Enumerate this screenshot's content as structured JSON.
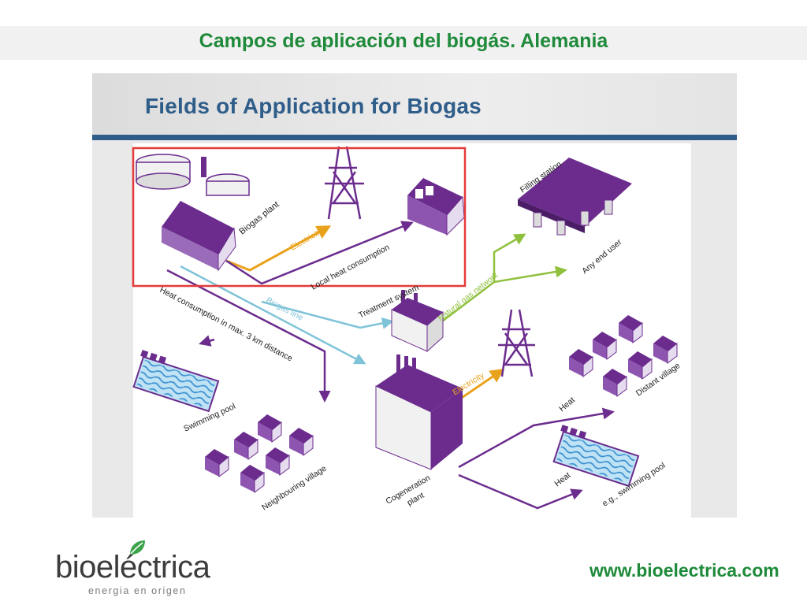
{
  "slide": {
    "title": "Campos de aplicación del biogás. Alemania",
    "website": "www.bioelectrica.com"
  },
  "figure": {
    "title": "Fields of Application for Biogas",
    "highlight_color": "#e53a3a",
    "node_color": "#6b2c8e",
    "line_colors": {
      "electricity": "#e9a21c",
      "heat": "#6b2c8e",
      "biogas_line": "#7fc3d8",
      "natural_gas": "#8fc13e"
    },
    "labels": {
      "biogas_plant": "Biogas plant",
      "electricity_1": "Electricity",
      "local_heat": "Local heat consumption",
      "biogas_line": "Biogas line",
      "heat_consumption": "Heat consumption in max. 3 km distance",
      "treatment_system": "Treatment system",
      "natural_gas_network": "Natural gas network",
      "filling_station": "Filling station",
      "any_end_user": "Any end user",
      "swimming_pool": "Swimming pool",
      "neighbouring_village": "Neighbouring village",
      "cogeneration_plant_1": "Cogeneration",
      "cogeneration_plant_2": "plant",
      "electricity_2": "Electricity",
      "heat_1": "Heat",
      "heat_2": "Heat",
      "distant_village": "Distant village",
      "eg_swimming_pool": "e.g., swimming pool"
    }
  },
  "logo": {
    "brand_pre": "bioel",
    "brand_accent": "é",
    "brand_post": "ctrica",
    "tagline": "energia en origen",
    "leaf_icon": "leaf-icon",
    "accent_color": "#3da34a"
  }
}
